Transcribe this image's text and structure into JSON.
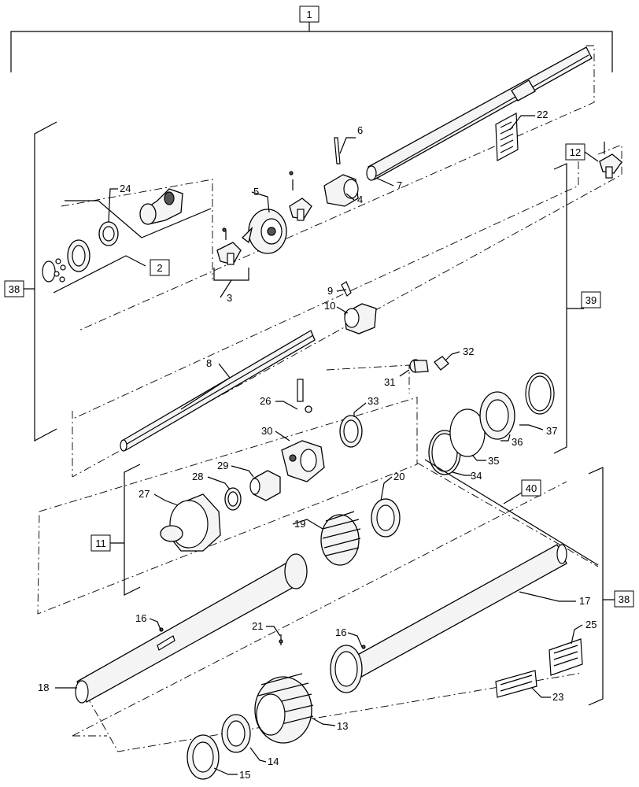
{
  "diagram": {
    "boxed_callouts": [
      "1",
      "2",
      "11",
      "12",
      "38",
      "39",
      "40",
      "38"
    ],
    "callouts": [
      "3",
      "4",
      "5",
      "6",
      "7",
      "8",
      "9",
      "10",
      "13",
      "14",
      "15",
      "16",
      "16",
      "17",
      "18",
      "19",
      "20",
      "21",
      "22",
      "23",
      "24",
      "25",
      "26",
      "27",
      "28",
      "29",
      "30",
      "31",
      "32",
      "33",
      "34",
      "35",
      "36",
      "37"
    ]
  }
}
